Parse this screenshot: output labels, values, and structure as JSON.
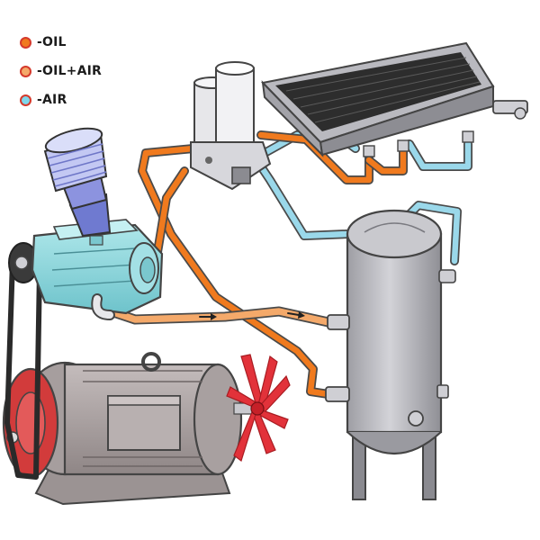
{
  "legend": [
    {
      "label": "-OIL",
      "color": "#f07a1e"
    },
    {
      "label": "-OIL+AIR",
      "color": "#f4a96a"
    },
    {
      "label": "-AIR",
      "color": "#7fd6ea"
    }
  ],
  "colors": {
    "oil_pipe": "#f07a1e",
    "oil_air_pipe": "#f4a96a",
    "air_pipe": "#9ad8ea",
    "pipe_outline": "#4a4a4a",
    "motor_body": "#b0a6a6",
    "compressor_body": "#8fd6dc",
    "intake_filter": "#8c93df",
    "tank_body": "#b6b6bb",
    "cooler_grille": "#2d2d2d",
    "fan": "#e2323a",
    "belt": "#2a2a2a"
  },
  "components": {
    "intake_filter": "intake-filter-icon",
    "screw_compressor": "compressor-icon",
    "electric_motor": "motor-icon",
    "cooling_fan": "fan-icon",
    "oil_separator": "separator-icon",
    "air_oil_cooler": "radiator-icon",
    "receiver_tank": "tank-icon",
    "drive_belt": "belt-icon"
  }
}
